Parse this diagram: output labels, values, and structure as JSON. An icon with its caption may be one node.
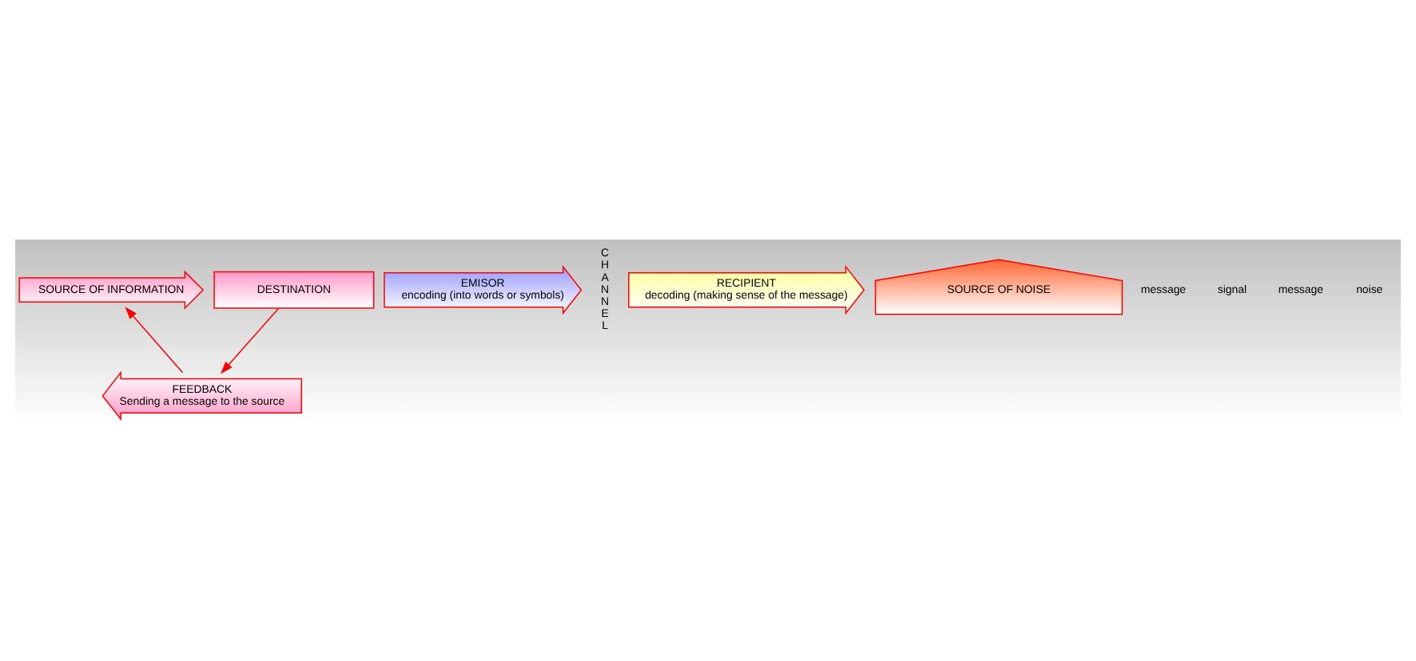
{
  "diagram": {
    "nodes": [
      {
        "text": [
          "SOURCE OF INFORMATION"
        ]
      },
      {
        "text": [
          "EMISOR",
          "encoding (into words or symbols)"
        ]
      },
      {
        "text": [
          "CHANNEL"
        ]
      },
      {
        "text": [
          "RECIPIENT",
          "decoding (making sense of the message)"
        ]
      },
      {
        "text": [
          "DESTINATION"
        ]
      },
      {
        "text": [
          "SOURCE OF NOISE"
        ]
      },
      {
        "text": [
          "FEEDBACK",
          "Sending a message to the source"
        ]
      }
    ],
    "edges": [
      {
        "from": 4,
        "to": 6,
        "arrow": "to"
      },
      {
        "from": 6,
        "to": 0,
        "arrow": "to"
      }
    ],
    "labels": [
      "message",
      "signal",
      "message",
      "noise"
    ]
  }
}
